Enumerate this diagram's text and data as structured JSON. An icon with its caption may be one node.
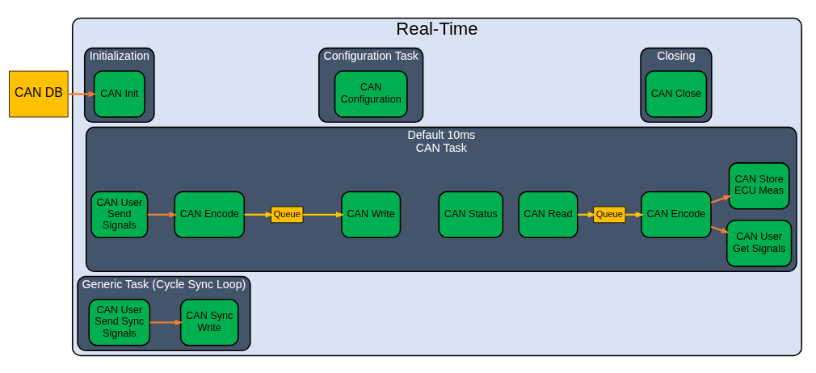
{
  "diagram": {
    "nodes": [
      {
        "text": [
          "CAN DB"
        ]
      },
      {
        "text": [
          "Real-Time"
        ]
      },
      {
        "text": [
          "Initialization"
        ],
        "in": 1
      },
      {
        "text": [
          "CAN Init"
        ],
        "in": 2
      },
      {
        "text": [
          "Configuration Task"
        ],
        "in": 1
      },
      {
        "text": [
          "CAN Configuration"
        ],
        "in": 4
      },
      {
        "text": [
          "Closing"
        ],
        "in": 1
      },
      {
        "text": [
          "CAN Close"
        ],
        "in": 6
      },
      {
        "text": [
          "Default 10ms",
          "CAN Task"
        ],
        "in": 1
      },
      {
        "text": [
          "CAN User Send Signals"
        ],
        "in": 8
      },
      {
        "text": [
          "CAN Encode"
        ],
        "in": 8
      },
      {
        "text": [
          "Queue"
        ],
        "in": 8
      },
      {
        "text": [
          "CAN Write"
        ],
        "in": 8
      },
      {
        "text": [
          "CAN Status"
        ],
        "in": 8
      },
      {
        "text": [
          "CAN Read"
        ],
        "in": 8
      },
      {
        "text": [
          "Queue"
        ],
        "in": 8
      },
      {
        "text": [
          "CAN Encode"
        ],
        "in": 8
      },
      {
        "text": [
          "CAN User Get Signals"
        ],
        "in": 8
      },
      {
        "text": [
          "CAN Store ECU Meas"
        ],
        "in": 8
      },
      {
        "text": [
          "Generic Task (Cycle Sync Loop)"
        ],
        "in": 1
      },
      {
        "text": [
          "CAN User Send Sync Signals"
        ],
        "in": 19
      },
      {
        "text": [
          "CAN Sync Write"
        ],
        "in": 19
      }
    ],
    "edges": [
      {
        "from": 0,
        "to": 3,
        "arrow": "to"
      },
      {
        "from": 9,
        "to": 10,
        "arrow": "to"
      },
      {
        "from": 10,
        "to": 11,
        "arrow": "to",
        "color": "#ffc000"
      },
      {
        "from": 11,
        "to": 12,
        "arrow": "to",
        "color": "#ffc000"
      },
      {
        "from": 14,
        "to": 15,
        "arrow": "to",
        "color": "#ffc000"
      },
      {
        "from": 15,
        "to": 16,
        "arrow": "to",
        "color": "#ffc000"
      },
      {
        "from": 16,
        "to": 17,
        "arrow": "to"
      },
      {
        "from": 16,
        "to": 18,
        "arrow": "to"
      },
      {
        "from": 20,
        "to": 21,
        "arrow": "to"
      }
    ]
  }
}
